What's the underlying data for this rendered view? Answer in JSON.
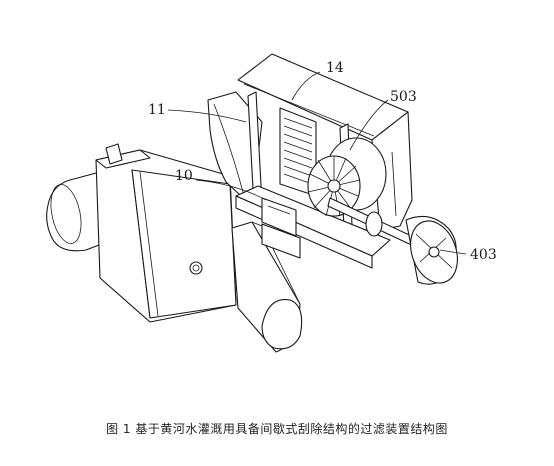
{
  "labels": {
    "l14": "14",
    "l503": "503",
    "l11": "11",
    "l10": "10",
    "l403": "403"
  },
  "caption": "图 1 基于黄河水灌溉用具备间歇式刮除结构的过滤装置结构图"
}
